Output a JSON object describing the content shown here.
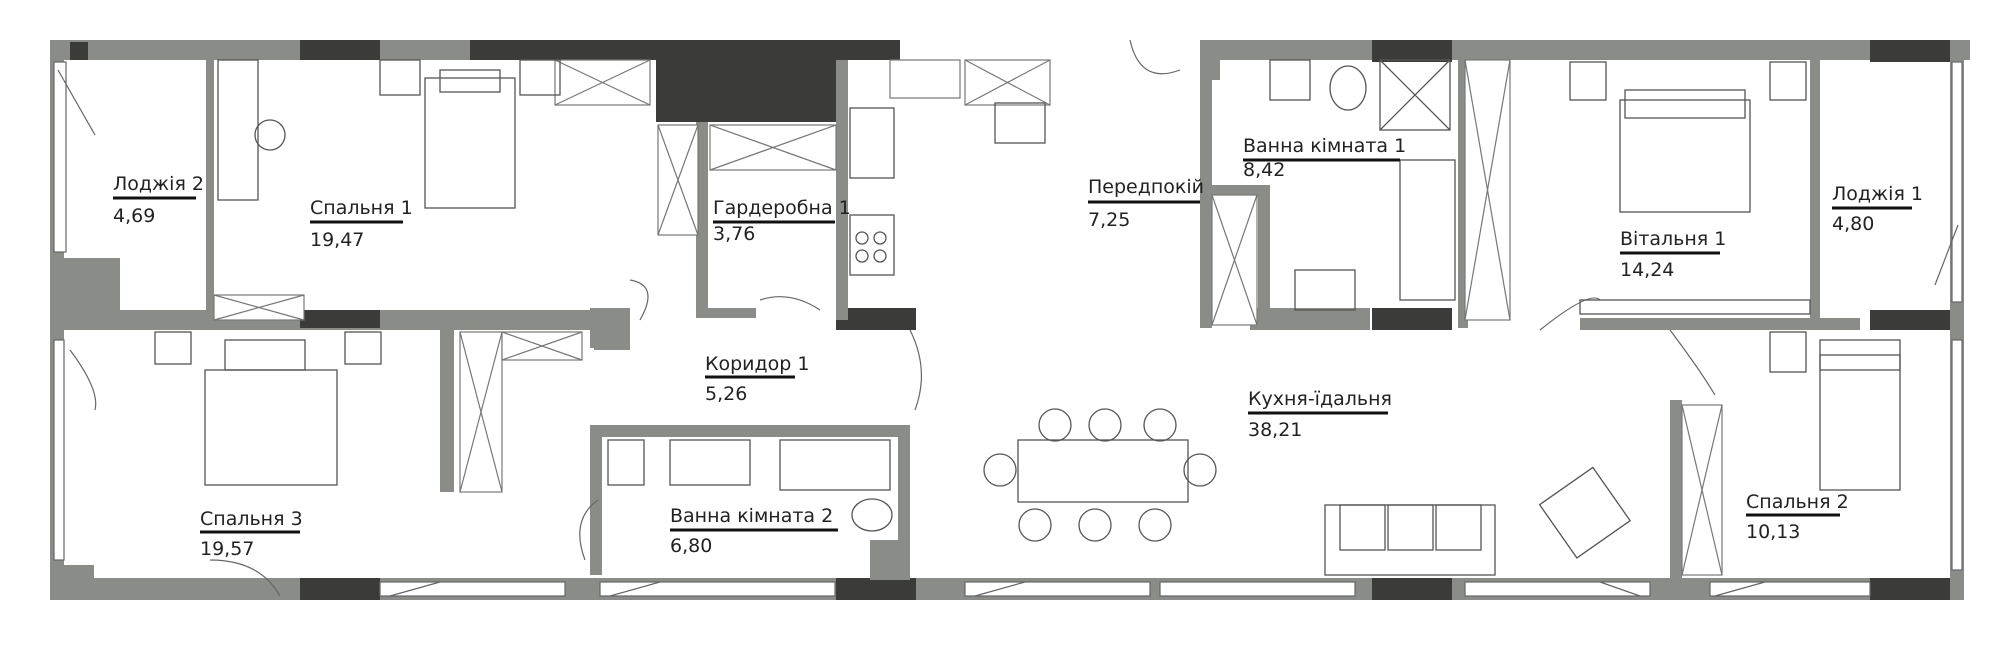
{
  "rooms": {
    "loggia2": {
      "name": "Лоджія 2",
      "area": "4,69"
    },
    "bedroom1": {
      "name": "Спальня 1",
      "area": "19,47"
    },
    "wardrobe1": {
      "name": "Гардеробна 1",
      "area": "3,76"
    },
    "hallway": {
      "name": "Передпокій",
      "area": "7,25"
    },
    "bathroom1": {
      "name": "Ванна кімната 1",
      "area": "8,42"
    },
    "living1": {
      "name": "Вітальня 1",
      "area": "14,24"
    },
    "loggia1": {
      "name": "Лоджія 1",
      "area": "4,80"
    },
    "corridor1": {
      "name": "Коридор 1",
      "area": "5,26"
    },
    "kitchen": {
      "name": "Кухня-їдальня",
      "area": "38,21"
    },
    "bedroom3": {
      "name": "Спальня 3",
      "area": "19,57"
    },
    "bathroom2": {
      "name": "Ванна кімната 2",
      "area": "6,80"
    },
    "bedroom2": {
      "name": "Спальня 2",
      "area": "10,13"
    }
  },
  "colors": {
    "wall": "#8a8d87",
    "wall_dark": "#3b3c3a",
    "line": "#555555"
  }
}
